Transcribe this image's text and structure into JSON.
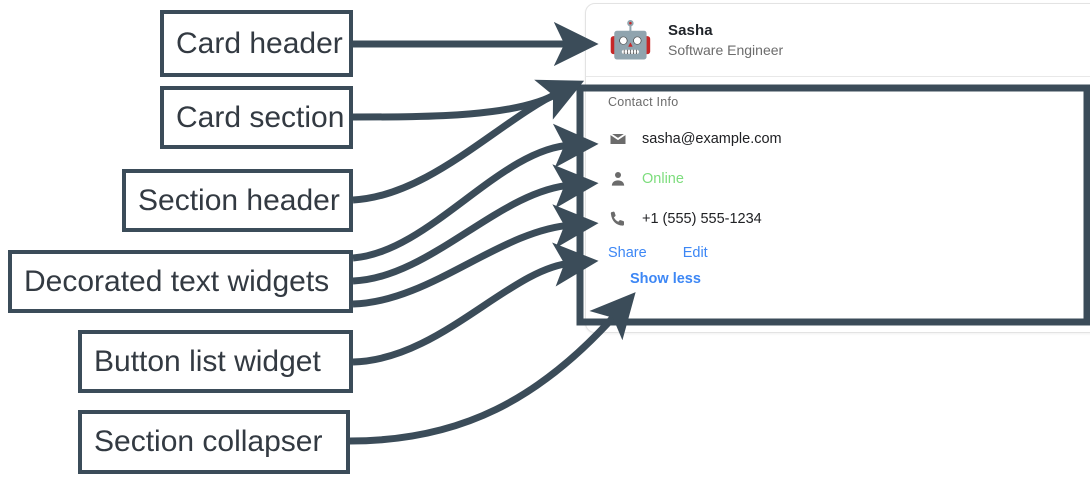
{
  "annotations": {
    "accent_color": "#3b4c59",
    "labels": [
      {
        "id": "card-header",
        "text": "Card header"
      },
      {
        "id": "card-section",
        "text": "Card section"
      },
      {
        "id": "section-header",
        "text": "Section header"
      },
      {
        "id": "decorated-text",
        "text": "Decorated text widgets"
      },
      {
        "id": "button-list",
        "text": "Button list widget"
      },
      {
        "id": "section-collapser",
        "text": "Section collapser"
      }
    ]
  },
  "card": {
    "header": {
      "avatar_icon": "robot-icon",
      "avatar_glyph": "🤖",
      "title": "Sasha",
      "subtitle": "Software Engineer"
    },
    "section": {
      "header": "Contact Info",
      "rows": [
        {
          "icon": "envelope-icon",
          "text": "sasha@example.com",
          "color": "#202124"
        },
        {
          "icon": "person-icon",
          "text": "Online",
          "color": "#7ddd7d"
        },
        {
          "icon": "phone-icon",
          "text": "+1 (555) 555-1234",
          "color": "#202124"
        }
      ],
      "buttons": [
        {
          "label": "Share"
        },
        {
          "label": "Edit"
        }
      ],
      "collapser": {
        "label": "Show less",
        "color": "#3d87f5"
      }
    }
  }
}
